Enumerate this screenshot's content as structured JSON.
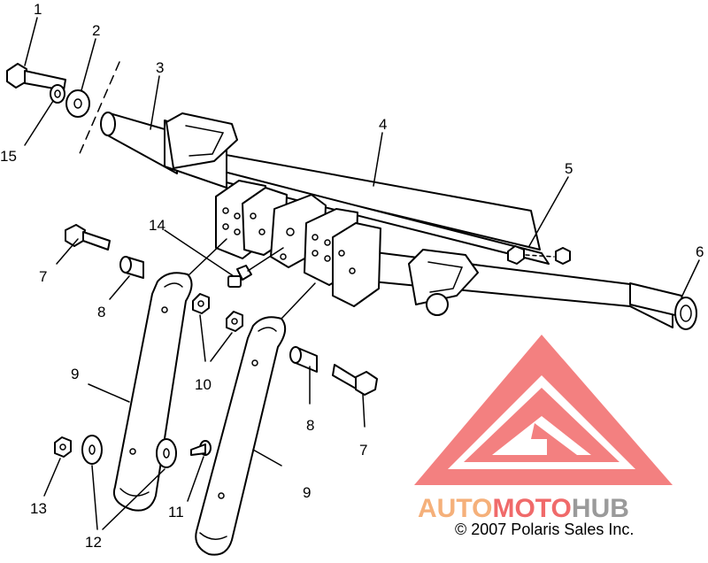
{
  "callouts": [
    "1",
    "2",
    "3",
    "4",
    "5",
    "6",
    "7",
    "7",
    "8",
    "8",
    "9",
    "9",
    "10",
    "11",
    "12",
    "13",
    "14",
    "15"
  ],
  "watermark": {
    "word_orange": "AUTO",
    "word_red": "MOTO",
    "word_gray": "HUB",
    "color_orange": "#f5b07a",
    "color_red": "#f06a6a",
    "color_gray": "#9a9a9a"
  },
  "copyright": "© 2007 Polaris Sales Inc."
}
